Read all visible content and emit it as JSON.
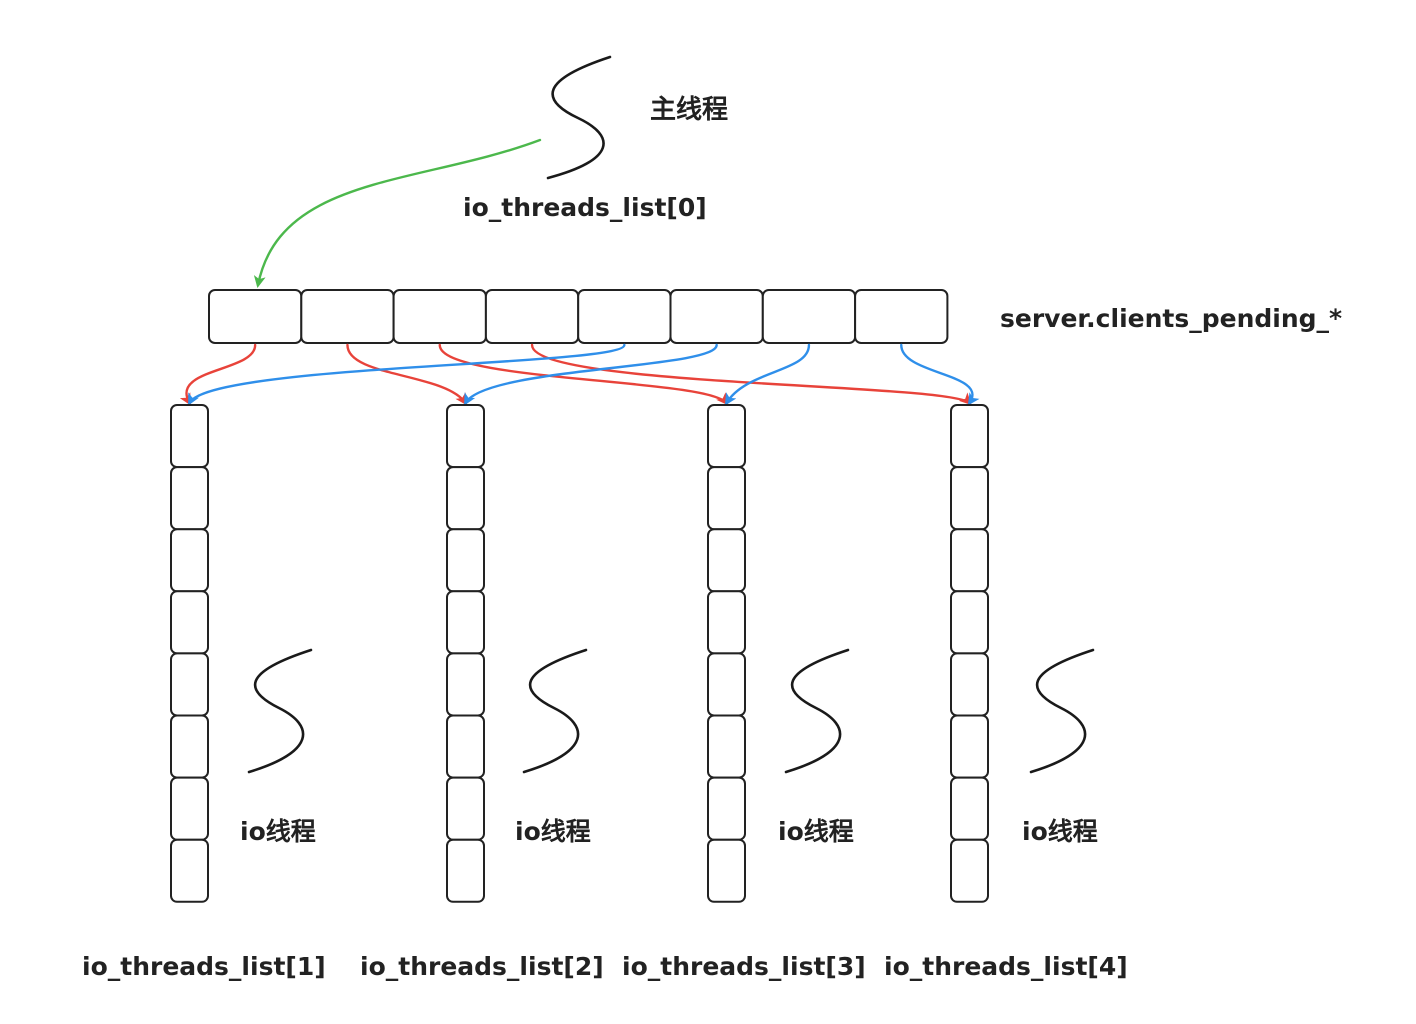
{
  "main_thread": {
    "label": "主线程",
    "list_label": "io_threads_list[0]"
  },
  "pending": {
    "label": "server.clients_pending_*",
    "slots": 8
  },
  "io_threads": [
    {
      "label": "io线程",
      "list_label": "io_threads_list[1]",
      "slots": 8
    },
    {
      "label": "io线程",
      "list_label": "io_threads_list[2]",
      "slots": 8
    },
    {
      "label": "io线程",
      "list_label": "io_threads_list[3]",
      "slots": 8
    },
    {
      "label": "io线程",
      "list_label": "io_threads_list[4]",
      "slots": 8
    }
  ],
  "colors": {
    "main_arrow": "#4cb84c",
    "red_arrow": "#e8433a",
    "blue_arrow": "#2f8fea",
    "box_stroke": "#222222"
  },
  "distribution": [
    {
      "from_slot": 0,
      "to_thread": 0,
      "color": "red"
    },
    {
      "from_slot": 1,
      "to_thread": 1,
      "color": "red"
    },
    {
      "from_slot": 2,
      "to_thread": 2,
      "color": "red"
    },
    {
      "from_slot": 3,
      "to_thread": 3,
      "color": "red"
    },
    {
      "from_slot": 4,
      "to_thread": 0,
      "color": "blue"
    },
    {
      "from_slot": 5,
      "to_thread": 1,
      "color": "blue"
    },
    {
      "from_slot": 6,
      "to_thread": 2,
      "color": "blue"
    },
    {
      "from_slot": 7,
      "to_thread": 3,
      "color": "blue"
    }
  ]
}
